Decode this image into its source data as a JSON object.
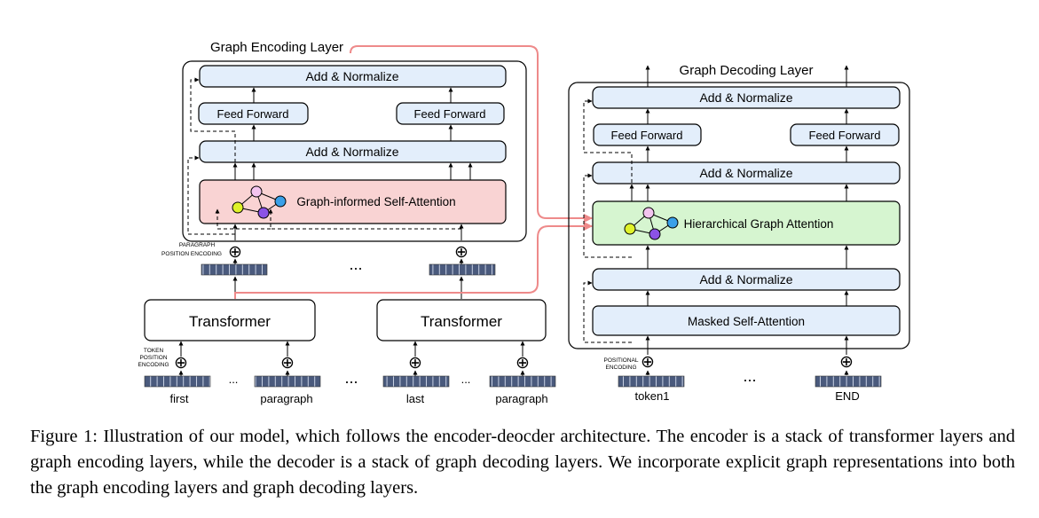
{
  "encoder": {
    "title": "Graph Encoding Layer",
    "add_norm_top": "Add & Normalize",
    "ffn_left": "Feed Forward",
    "ffn_right": "Feed Forward",
    "add_norm_bottom": "Add & Normalize",
    "attention": "Graph-informed Self-Attention",
    "paragraph_pos_encoding": [
      "PARAGRAPH",
      "POSITION ENCODING"
    ],
    "ellipsis": "..."
  },
  "transformers": {
    "left": "Transformer",
    "right": "Transformer",
    "token_pos_encoding": [
      "TOKEN",
      "POSITION",
      "ENCODING"
    ],
    "inputs": [
      "first",
      "paragraph",
      "last",
      "paragraph"
    ],
    "inner_ellipsis": "...",
    "outer_ellipsis": "..."
  },
  "decoder": {
    "title": "Graph Decoding Layer",
    "add_norm_top": "Add & Normalize",
    "ffn_left": "Feed Forward",
    "ffn_right": "Feed Forward",
    "add_norm_mid": "Add & Normalize",
    "attention": "Hierarchical Graph Attention",
    "add_norm_bottom": "Add & Normalize",
    "masked_attention": "Masked Self-Attention",
    "pos_encoding": [
      "POSITIONAL",
      "ENCODING"
    ],
    "inputs": [
      "token1",
      "END"
    ],
    "ellipsis": "..."
  },
  "plus_symbol": "⊕",
  "caption": "Figure 1: Illustration of our model, which follows the encoder-deocder architecture. The encoder is a stack of transformer layers and graph encoding layers, while the decoder is a stack of graph decoding layers. We incorporate explicit graph representations into both the graph encoding layers and graph decoding layers.",
  "colors": {
    "block_fill": "#e3eefb",
    "encoder_attention_fill": "#f9d3d3",
    "decoder_attention_fill": "#d6f5d0",
    "connector_red": "#ee8a8a",
    "embedding_fill": "#4a5a7d",
    "node_pink": "#f3c4ef",
    "node_blue": "#3aa0e8",
    "node_yellow": "#dff22a",
    "node_purple": "#8b52e6"
  },
  "icons": [
    "graph-glyph-icon",
    "plus-circle-icon",
    "embedding-vector-icon",
    "arrow-up-icon"
  ]
}
